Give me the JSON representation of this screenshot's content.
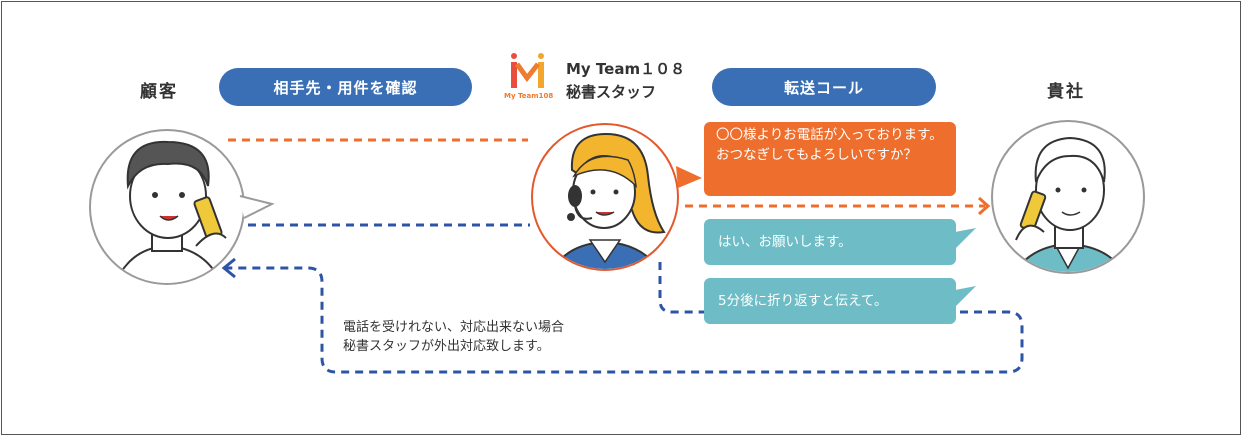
{
  "labels": {
    "customer": "顧客",
    "company": "貴社"
  },
  "pills": {
    "confirm": "相手先・用件を確認",
    "transfer": "転送コール"
  },
  "brand": {
    "name": "My Team１０８",
    "subtitle": "秘書スタッフ",
    "logo_text": "My Team108"
  },
  "bubbles": {
    "orange": "〇〇様よりお電話が入っております。おつなぎしてもよろしいですか？",
    "teal1": "はい、お願いします。",
    "teal2": "5分後に折り返すと伝えて。"
  },
  "note": {
    "line1": "電話を受けれない、対応出来ない場合",
    "line2": "秘書スタッフが外出対応致します。"
  },
  "colors": {
    "blue": "#3a6fb6",
    "orange": "#ee6f2d",
    "teal": "#6ebcc6",
    "dashed_blue": "#2e54a6",
    "dashed_orange": "#ee6f2d"
  }
}
